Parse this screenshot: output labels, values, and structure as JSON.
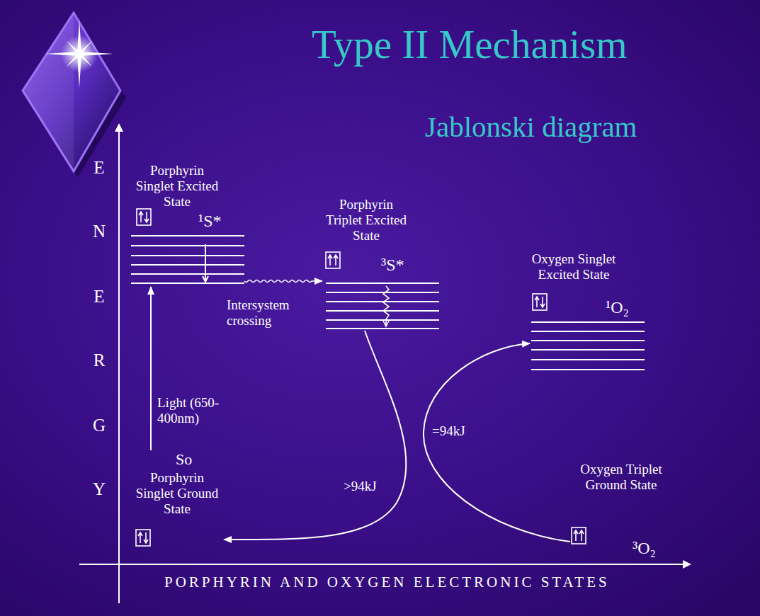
{
  "diagram": {
    "title": "Type II Mechanism",
    "nodes": [
      {
        "text": [
          "Porphyrin Singlet Excited State",
          "¹S*"
        ]
      },
      {
        "text": [
          "Porphyrin Triplet Excited State",
          "³S*"
        ]
      },
      {
        "text": [
          "Oxygen Singlet Excited State",
          "¹O₂"
        ]
      },
      {
        "text": [
          "So",
          "Porphyrin Singlet Ground State"
        ]
      },
      {
        "text": [
          "Oxygen Triplet Ground State",
          "³O₂"
        ]
      }
    ],
    "edges": [
      {
        "from": 3,
        "to": 0,
        "arrow": "to",
        "label": "Light (650-400nm)"
      },
      {
        "from": 0,
        "to": 1,
        "arrow": "to",
        "label": "Intersystem crossing"
      },
      {
        "from": 1,
        "to": 3,
        "arrow": "to",
        "label": ">94kJ"
      },
      {
        "from": 4,
        "to": 2,
        "arrow": "to",
        "label": "=94kJ"
      }
    ],
    "labels": [
      "Jablonski diagram",
      "E",
      "N",
      "E",
      "R",
      "G",
      "Y",
      "PORPHYRIN AND OXYGEN ELECTRONIC STATES"
    ]
  }
}
